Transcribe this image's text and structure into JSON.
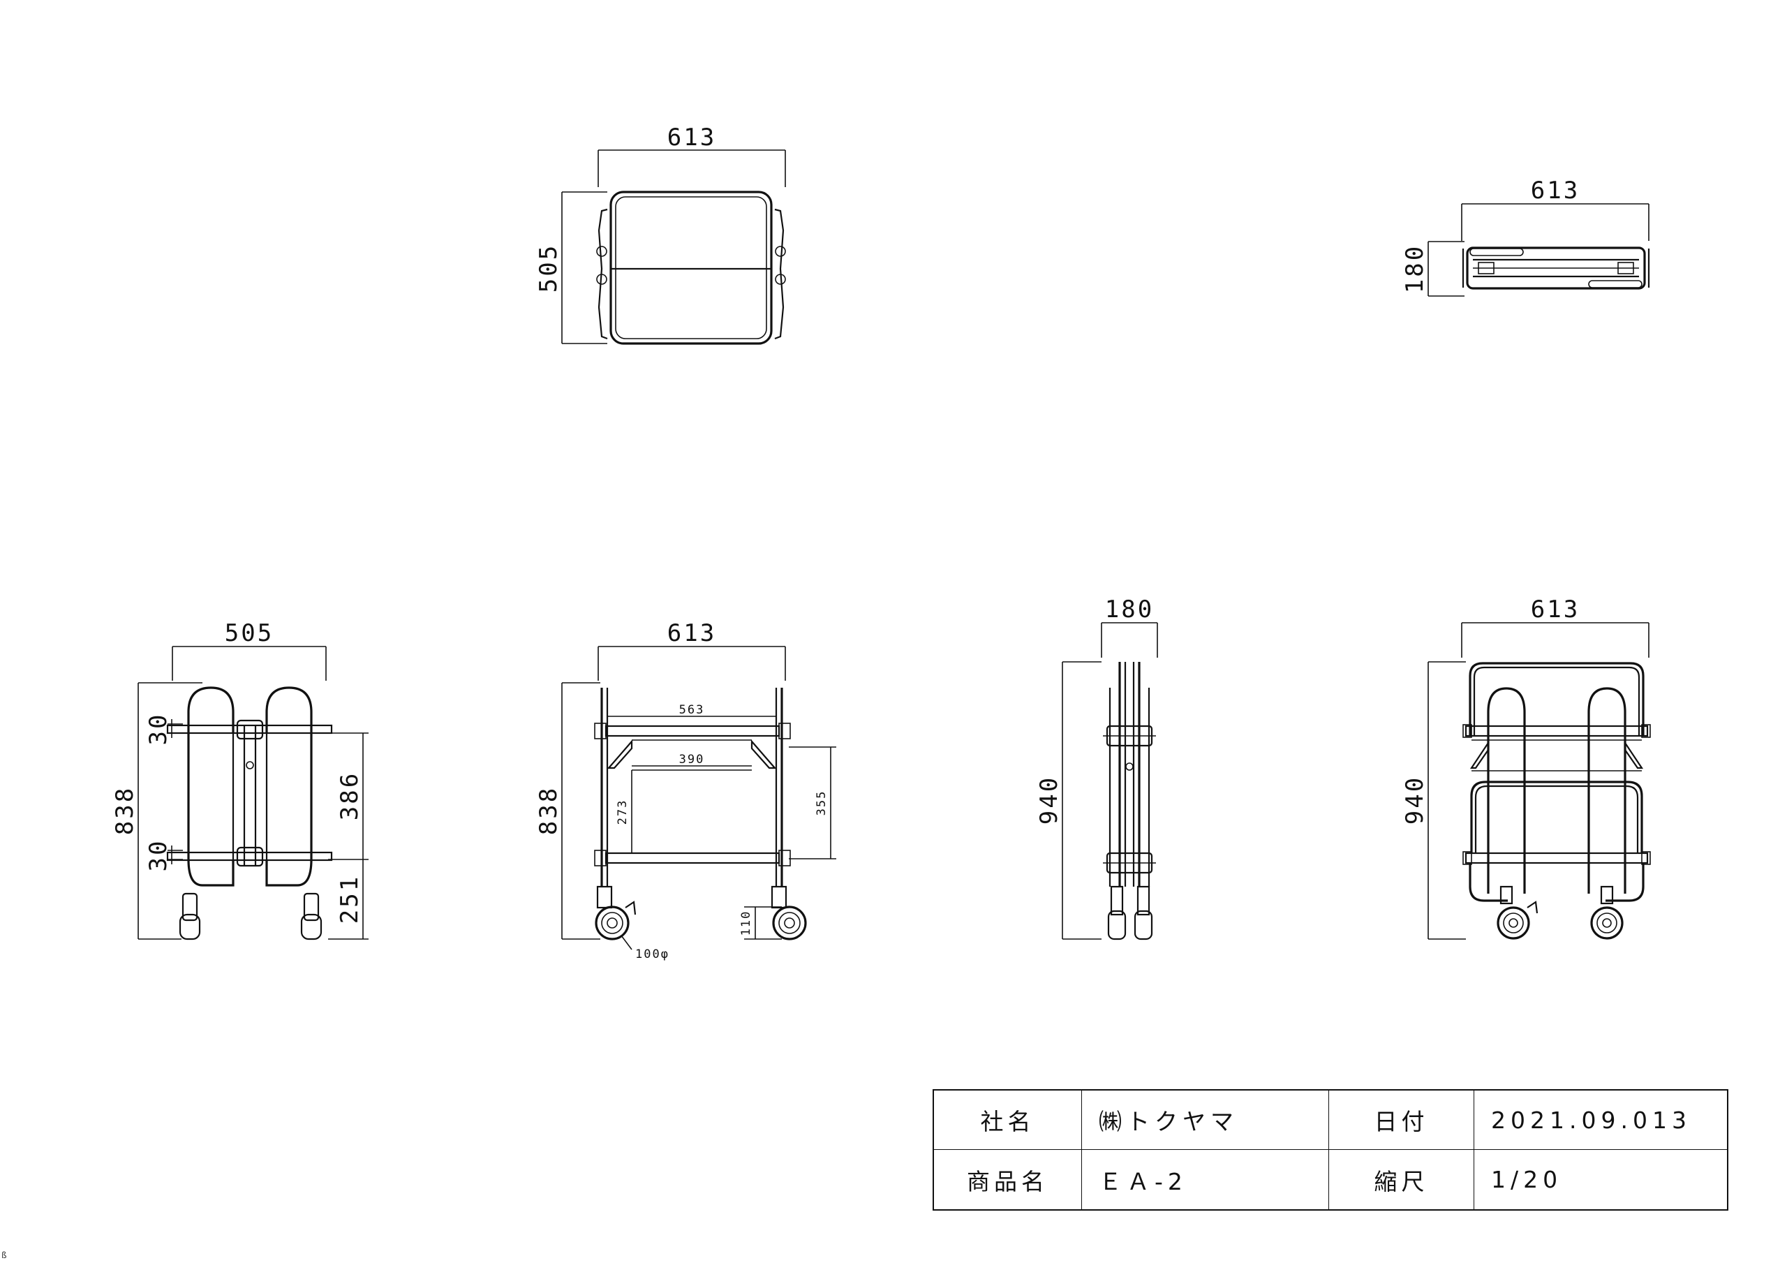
{
  "views": {
    "top": {
      "width": "613",
      "depth": "505"
    },
    "folded_top": {
      "width": "613",
      "depth": "180"
    },
    "side": {
      "width": "505",
      "height": "838",
      "shelf_upper": "30",
      "shelf_lower": "30",
      "between_shelves": "386",
      "bottom_clearance": "251"
    },
    "front": {
      "width": "613",
      "height": "838",
      "shelf_width": "563",
      "bracket_width": "390",
      "shelf_gap": "273",
      "shelf_spacing": "355",
      "wheel_height": "110",
      "wheel_diameter": "100φ"
    },
    "folded_side": {
      "width": "180",
      "height": "940"
    },
    "folded_front": {
      "width": "613",
      "height": "940"
    }
  },
  "title_block": {
    "company_label": "社名",
    "company_value": "㈱トクヤマ",
    "date_label": "日付",
    "date_value": "2021.09.013",
    "product_label": "商品名",
    "product_value": "ＥＡ-2",
    "scale_label": "縮尺",
    "scale_value": "1/20"
  },
  "page_mark": "ß"
}
